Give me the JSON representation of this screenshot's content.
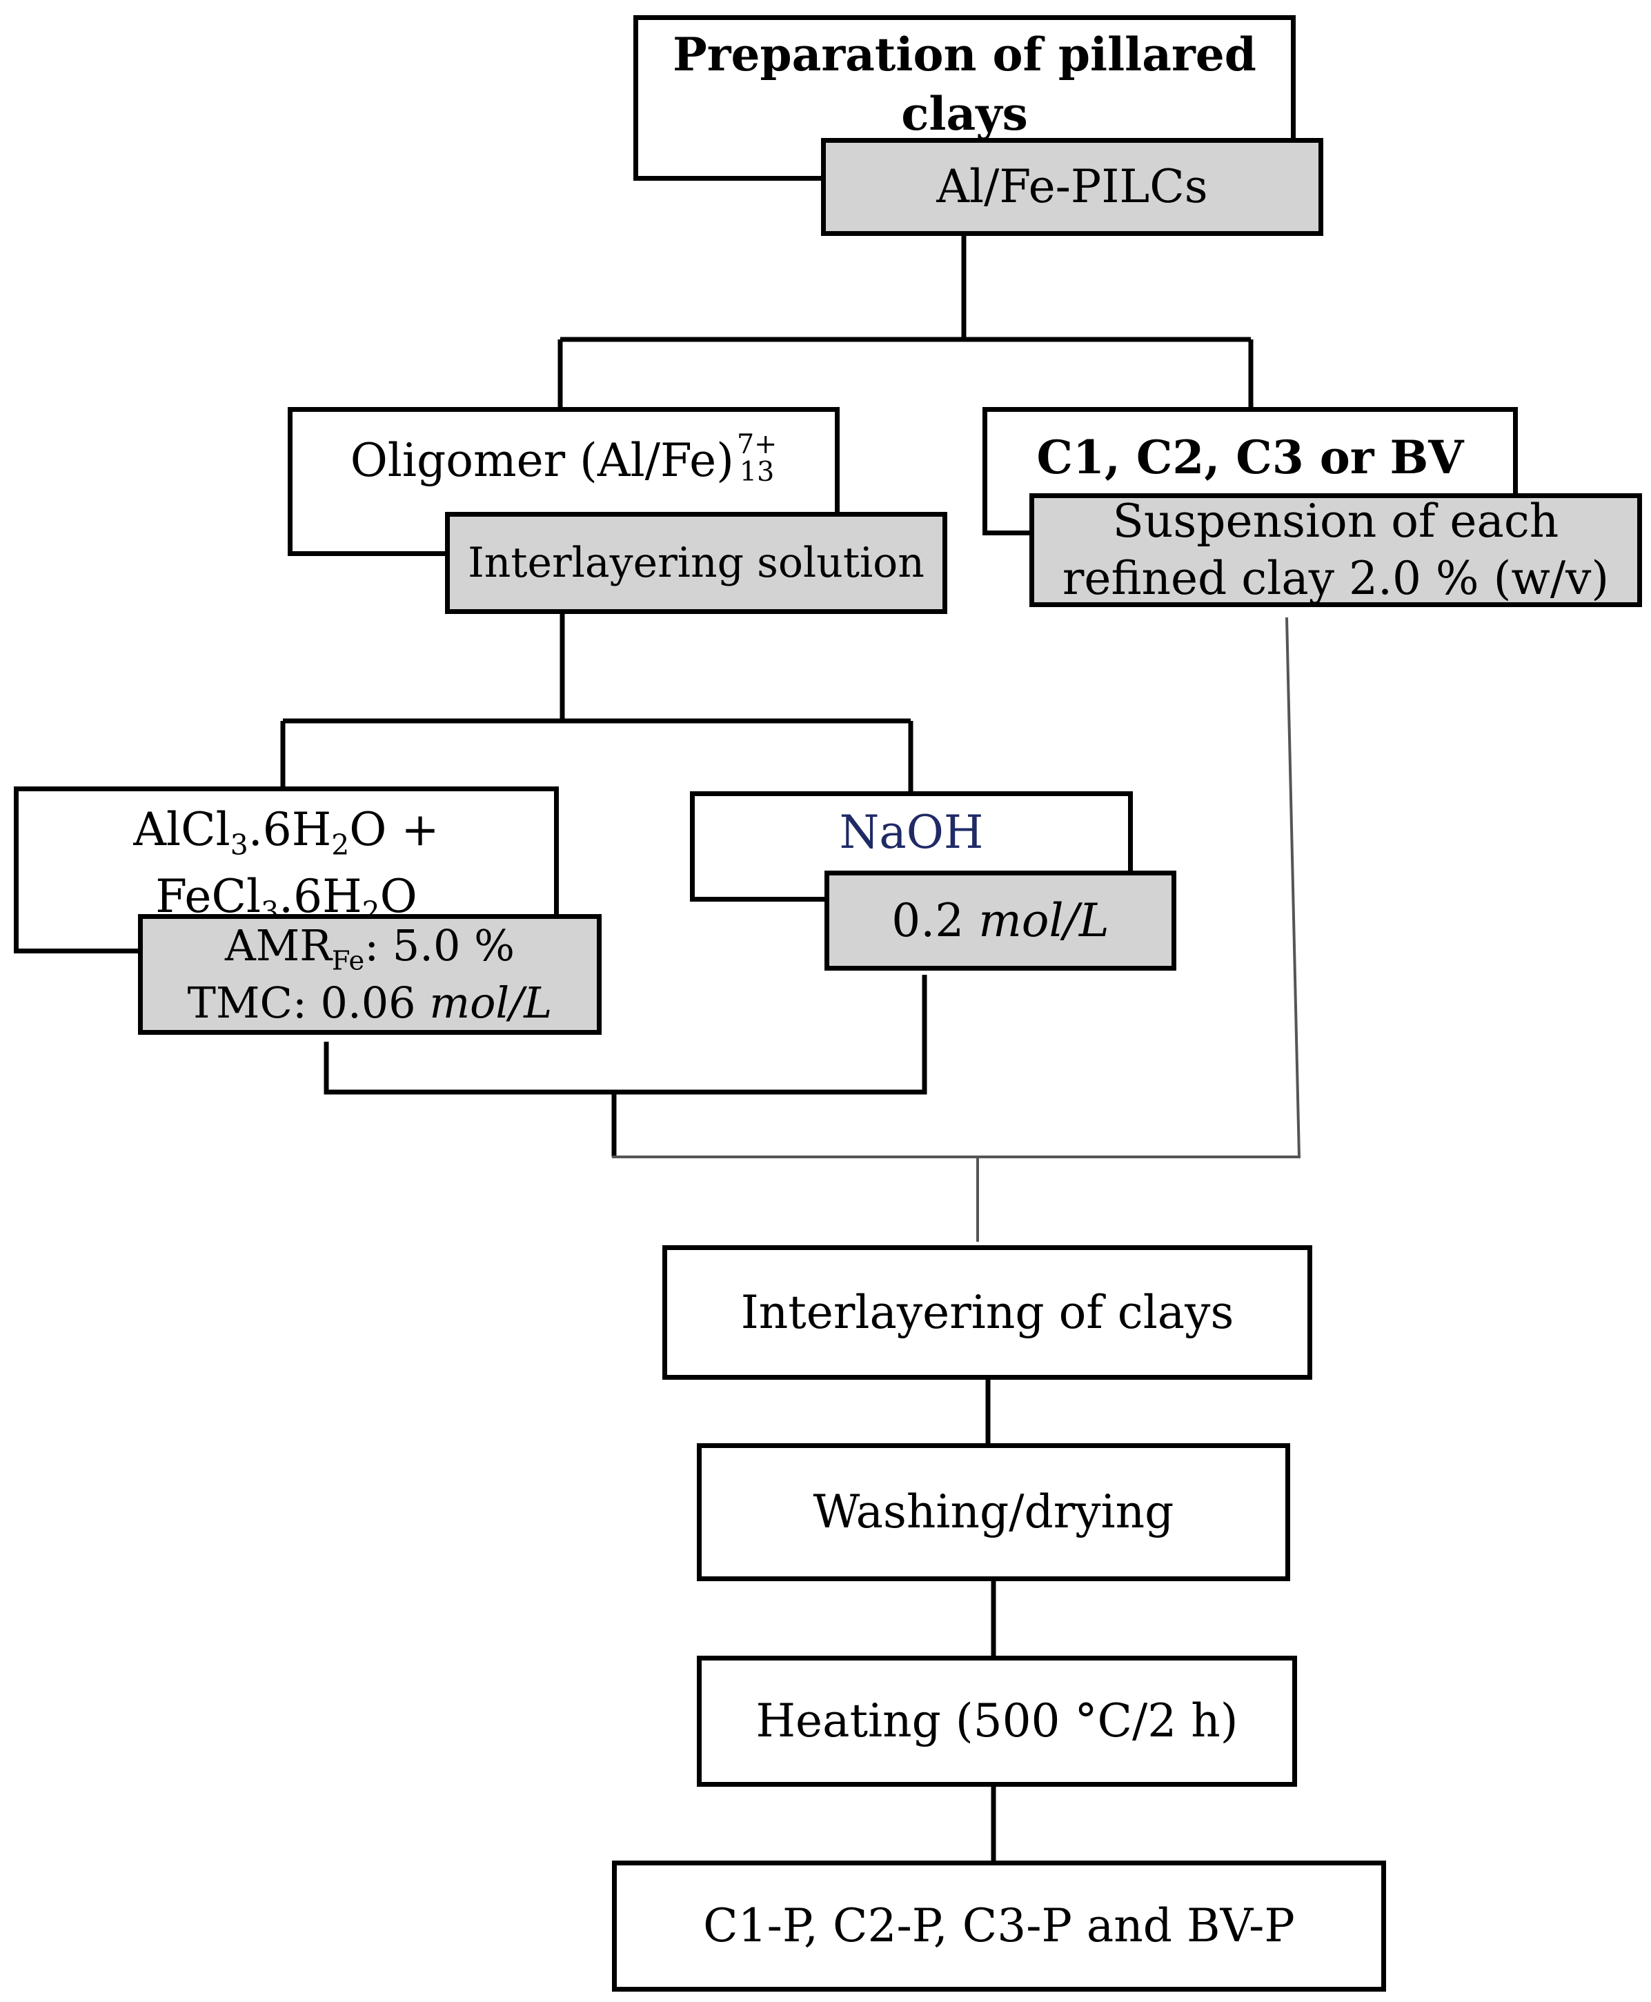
{
  "prep": {
    "line1": "Preparation of pillared",
    "line2": "clays"
  },
  "alfe": {
    "label": "Al/Fe-PILCs"
  },
  "oligomer": {
    "prefix": "Oligomer (Al/Fe)",
    "sup": "7+",
    "sub": "13"
  },
  "interlayering_solution": {
    "label": "Interlayering solution"
  },
  "clays": {
    "label": "C1, C2, C3 or BV"
  },
  "suspension": {
    "line1": "Suspension of each",
    "line2": "refined clay 2.0 % (w/v)"
  },
  "salts": {
    "al": "AlCl",
    "al_sub": "3",
    "al_mid": ".6H",
    "al_sub2": "2",
    "al_end": "O +",
    "fe": "FeCl",
    "fe_sub": "3",
    "fe_mid": ".6H",
    "fe_sub2": "2",
    "fe_end": "O"
  },
  "amr": {
    "prefix": "AMR",
    "sub": "Fe",
    "value": ": 5.0 %",
    "tmc_prefix": "TMC: 0.06 ",
    "tmc_unit": "mol/L"
  },
  "naoh": {
    "label": "NaOH"
  },
  "naoh_conc": {
    "value": "0.2 ",
    "unit": "mol/L"
  },
  "interlayering": {
    "label": "Interlayering of clays"
  },
  "washing": {
    "label": "Washing/drying"
  },
  "heating": {
    "label": "Heating (500 °C/2 h)"
  },
  "products": {
    "label": "C1-P, C2-P, C3-P and BV-P"
  },
  "colors": {
    "line": "#000000",
    "gray_fill": "#d3d3d3",
    "thin_line": "#555555"
  }
}
